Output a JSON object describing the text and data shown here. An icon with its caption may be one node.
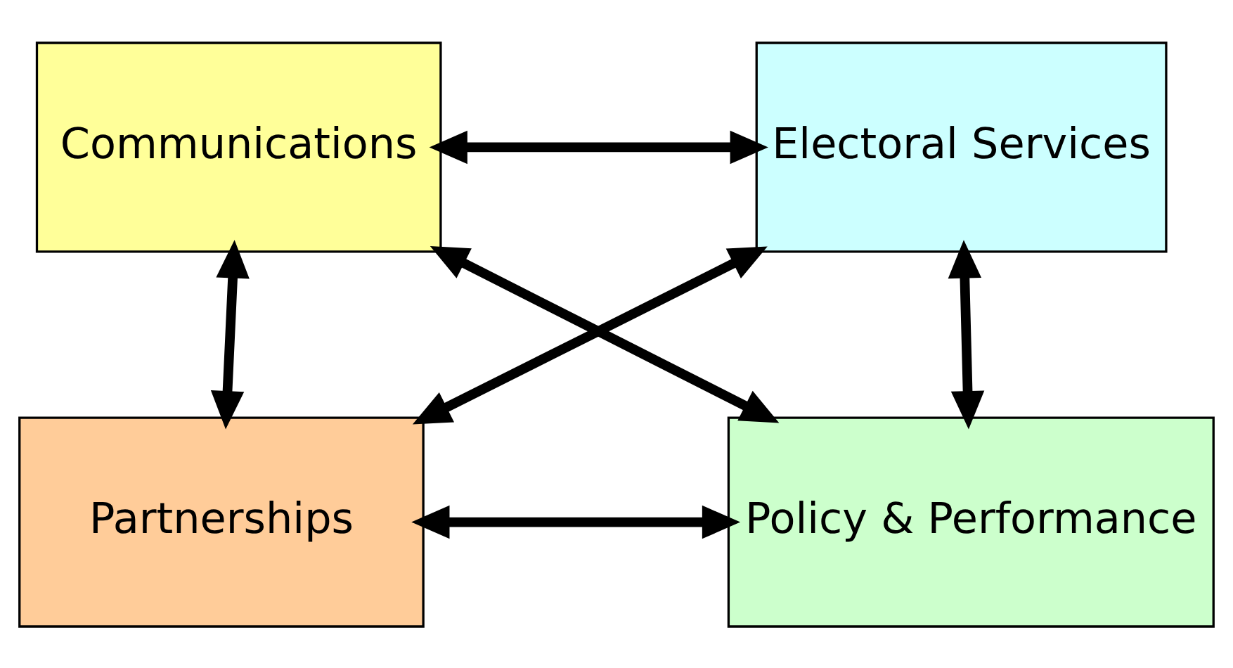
{
  "diagram": {
    "nodes": [
      {
        "text": [
          "Communications"
        ]
      },
      {
        "text": [
          "Electoral Services"
        ]
      },
      {
        "text": [
          "Partnerships"
        ]
      },
      {
        "text": [
          "Policy & Performance"
        ]
      }
    ],
    "edges": [
      {
        "from": 0,
        "to": 1,
        "arrow": "both"
      },
      {
        "from": 0,
        "to": 2,
        "arrow": "both"
      },
      {
        "from": 0,
        "to": 3,
        "arrow": "both"
      },
      {
        "from": 1,
        "to": 2,
        "arrow": "both"
      },
      {
        "from": 1,
        "to": 3,
        "arrow": "both"
      },
      {
        "from": 2,
        "to": 3,
        "arrow": "both"
      }
    ]
  }
}
